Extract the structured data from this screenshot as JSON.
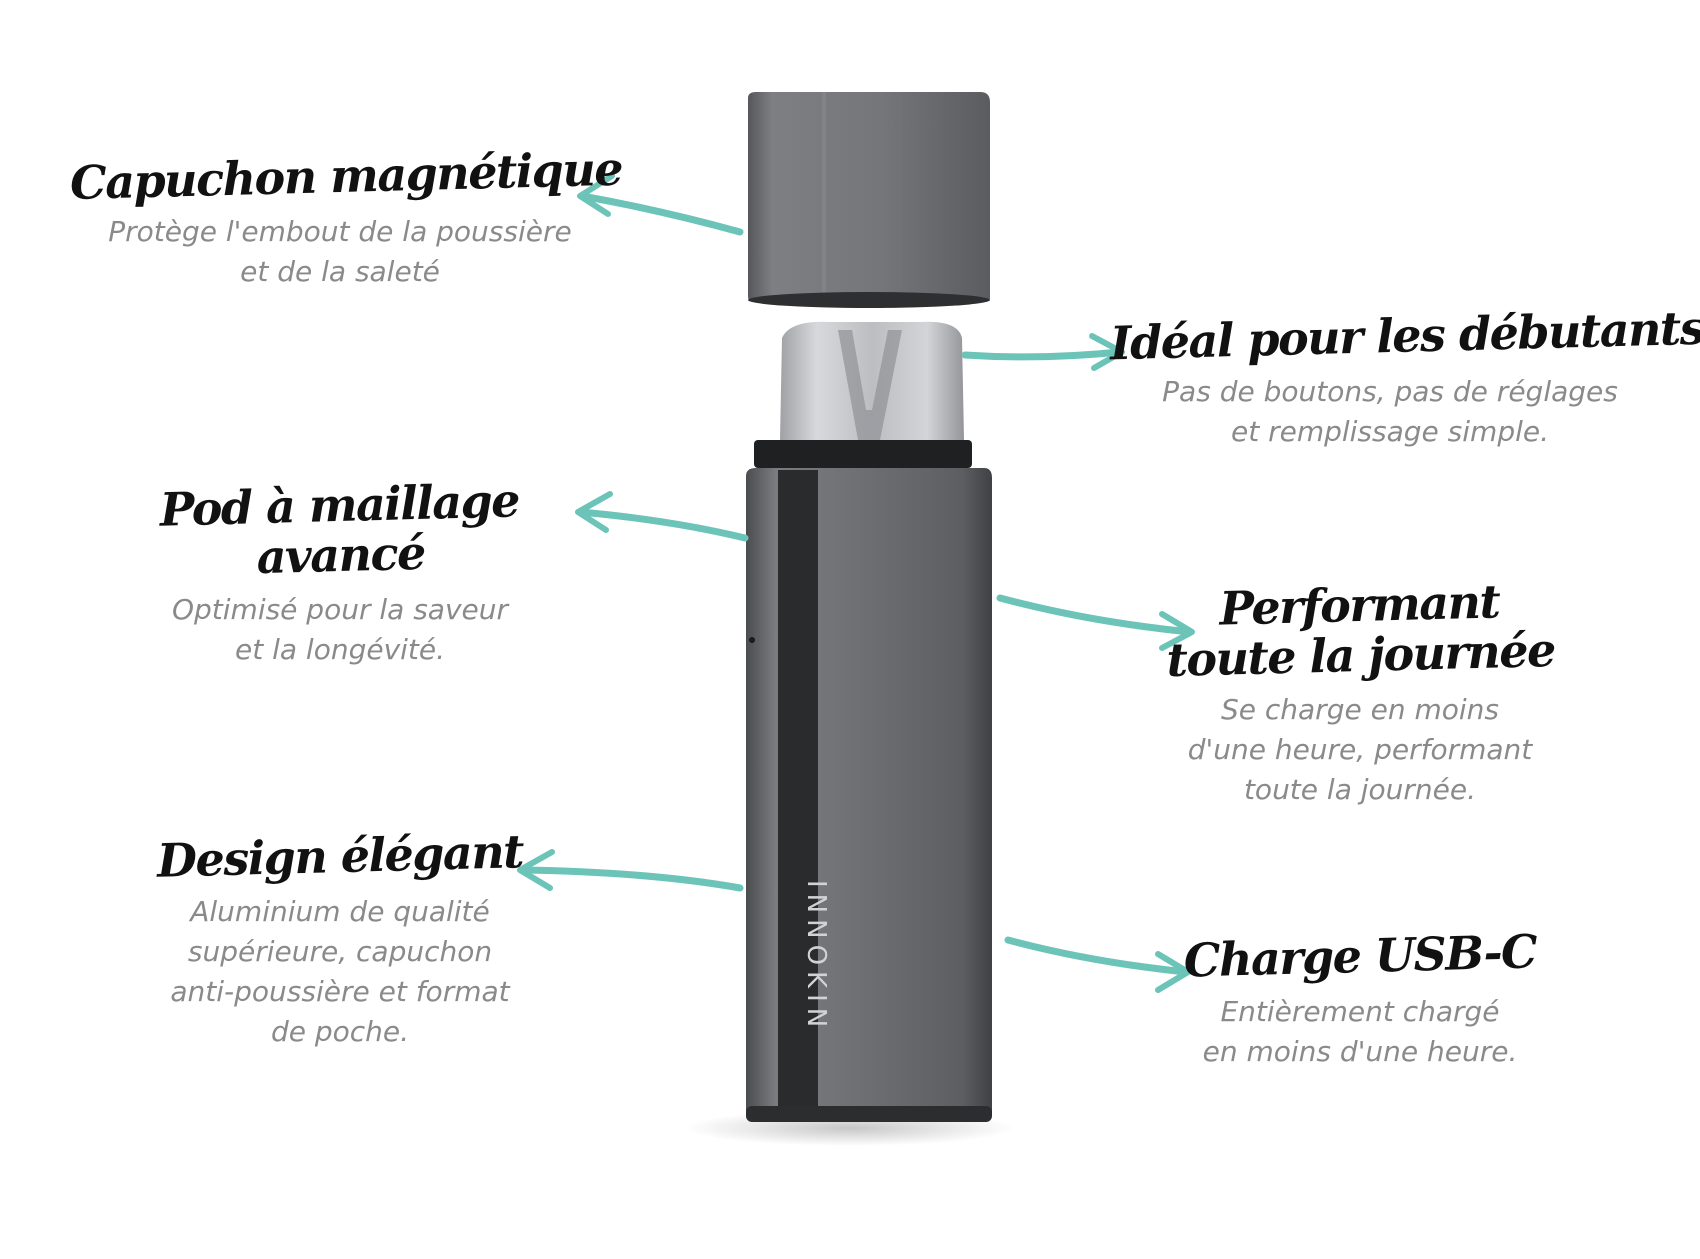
{
  "colors": {
    "arrow": "#6cc4b9",
    "title": "#111111",
    "description": "#8a8a8a",
    "device_body": "#6b6d70",
    "device_cap": "#717376"
  },
  "device": {
    "brand_text": "INNOKIN"
  },
  "features": {
    "capuchon": {
      "title": "Capuchon magnétique",
      "desc_line1": "Protège l'embout de la poussière",
      "desc_line2": "et de la saleté"
    },
    "pod": {
      "title_line1": "Pod à maillage",
      "title_line2": "avancé",
      "desc_line1": "Optimisé pour la saveur",
      "desc_line2": "et la longévité."
    },
    "design": {
      "title": "Design élégant",
      "desc_line1": "Aluminium de qualité",
      "desc_line2": "supérieure, capuchon",
      "desc_line3": "anti-poussière et format",
      "desc_line4": "de poche."
    },
    "ideal": {
      "title": "Idéal pour les débutants",
      "desc_line1": "Pas de boutons, pas de réglages",
      "desc_line2": "et remplissage simple."
    },
    "performant": {
      "title_line1": "Performant",
      "title_line2": "toute la journée",
      "desc_line1": "Se charge en moins",
      "desc_line2": "d'une heure, performant",
      "desc_line3": "toute la journée."
    },
    "usb": {
      "title": "Charge USB-C",
      "desc_line1": "Entièrement chargé",
      "desc_line2": "en moins d'une heure."
    }
  }
}
